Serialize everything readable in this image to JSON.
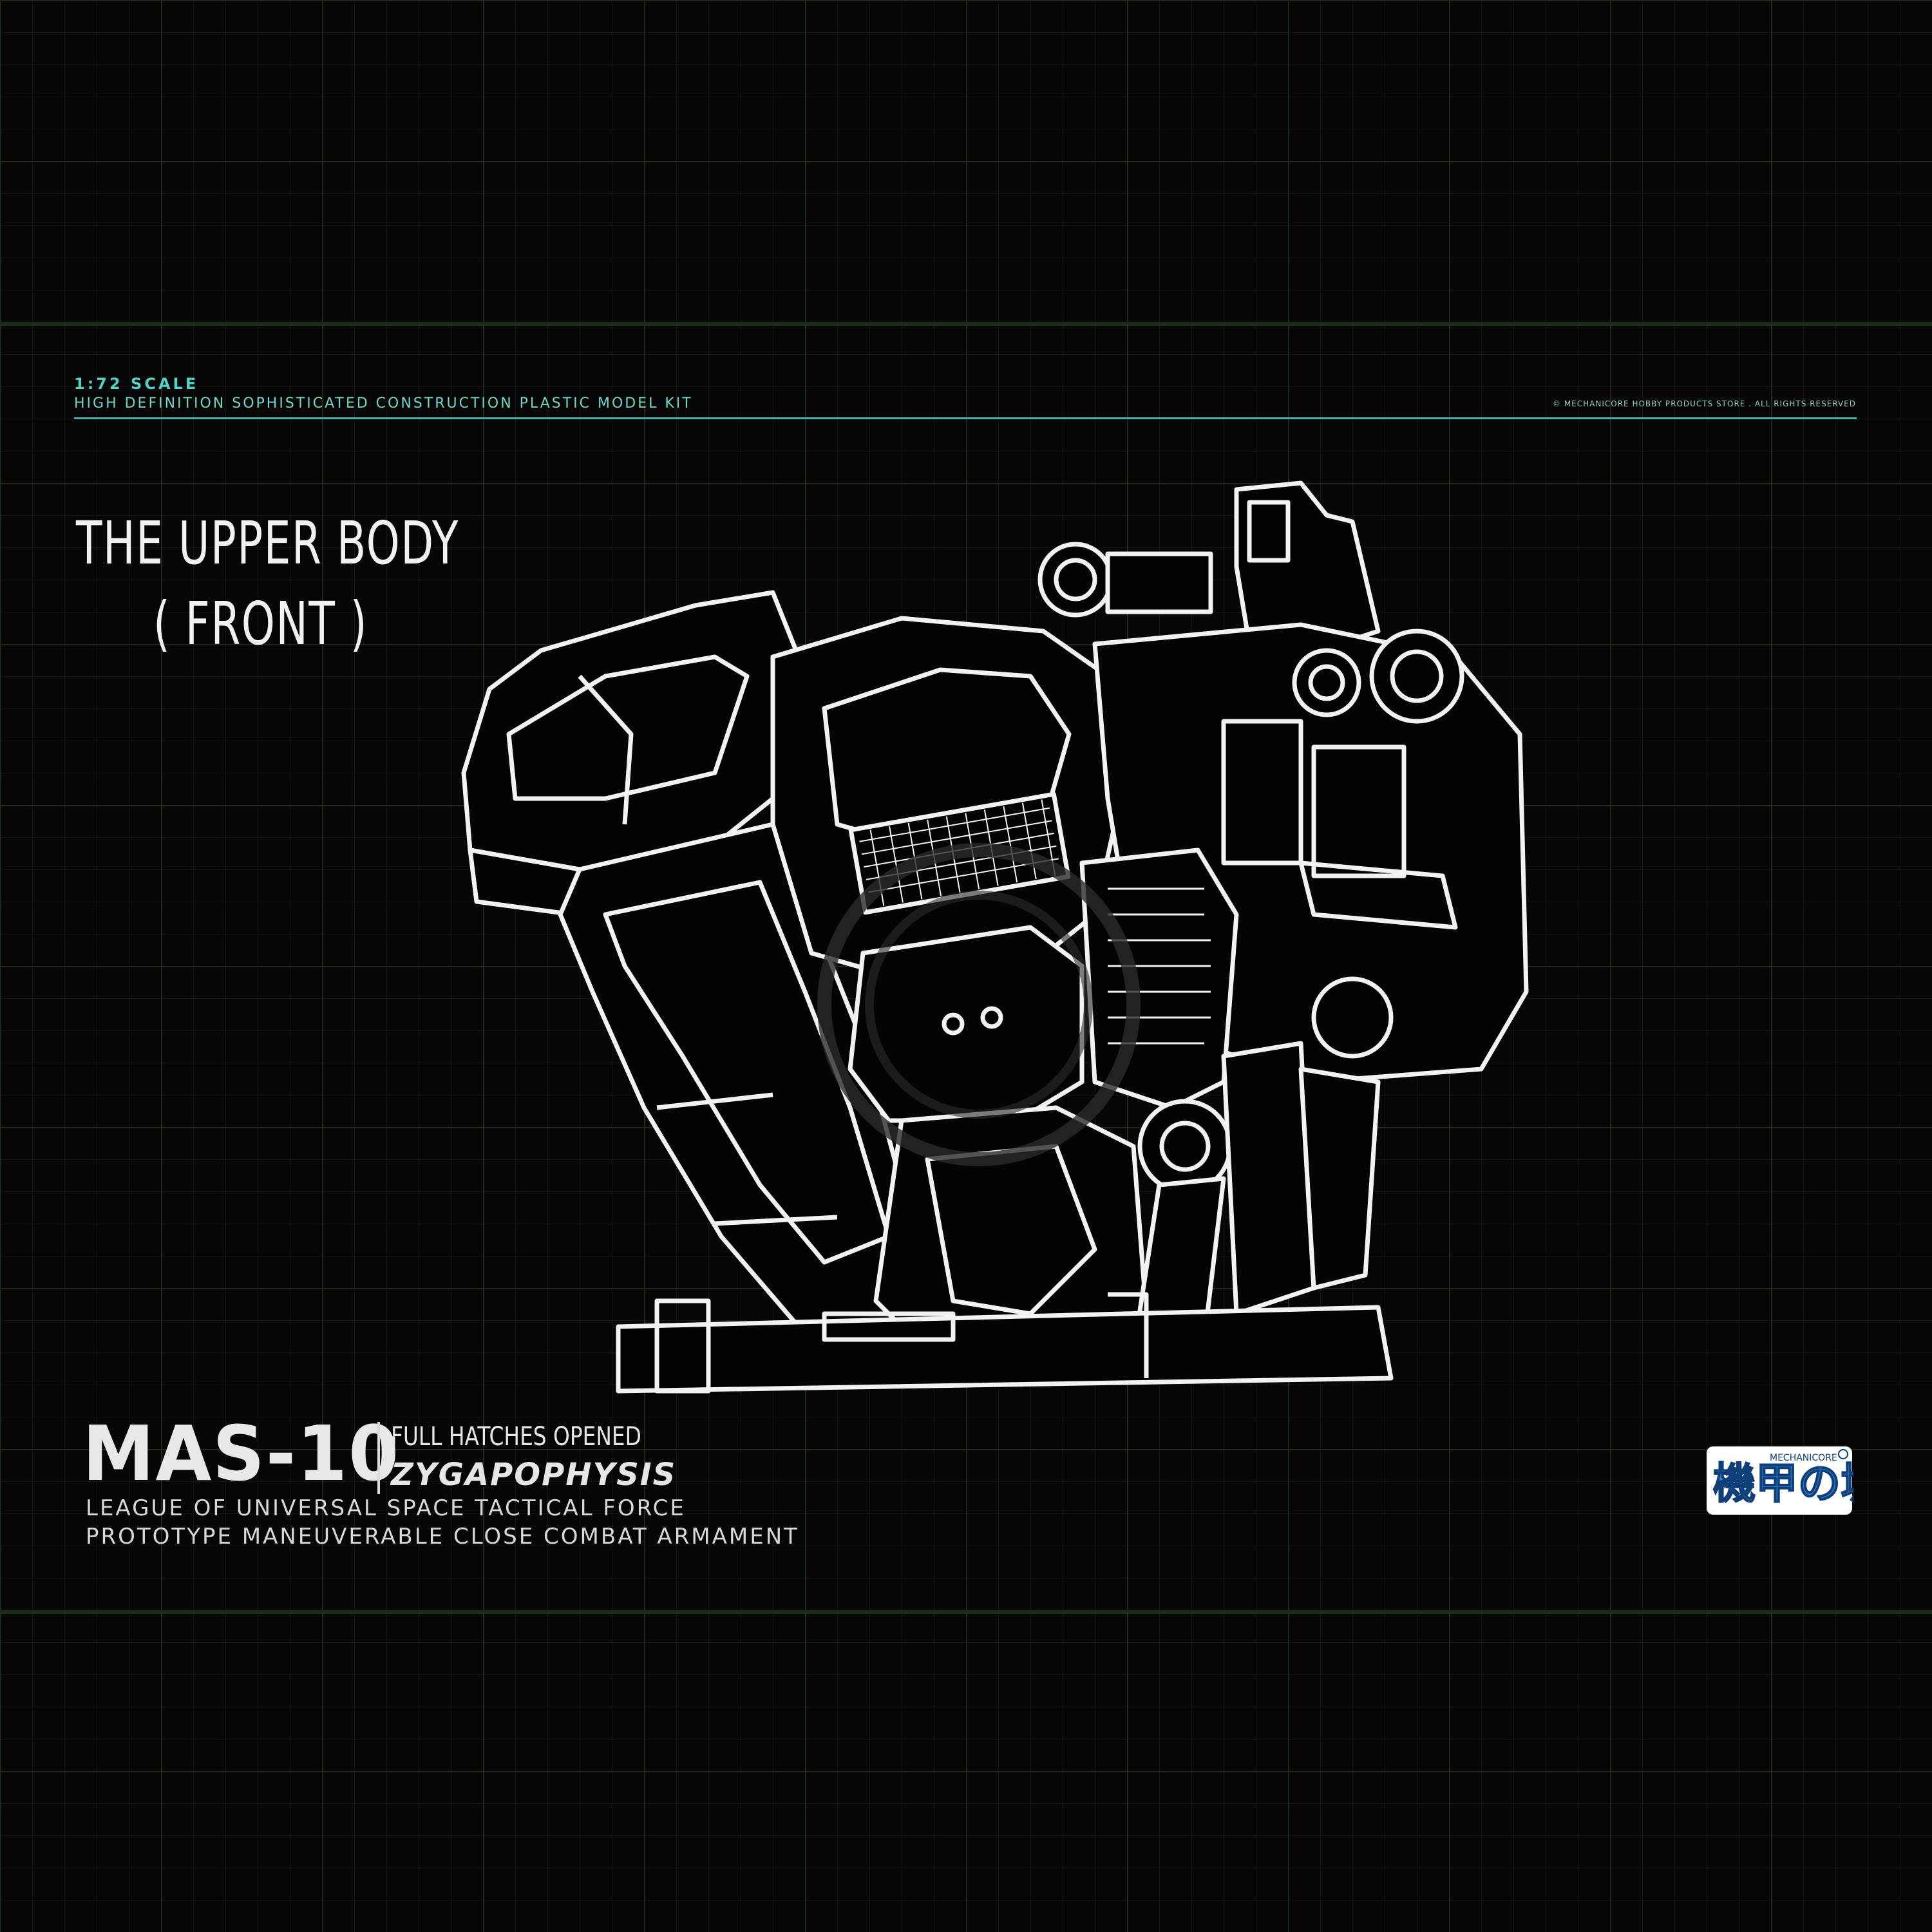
{
  "header": {
    "scale": "1:72 SCALE",
    "kit_line": "HIGH DEFINITION SOPHISTICATED CONSTRUCTION PLASTIC MODEL KIT",
    "copyright": "© MECHANICORE HOBBY PRODUCTS STORE . ALL RIGHTS RESERVED"
  },
  "title": {
    "line1": "THE UPPER BODY",
    "line2": "( FRONT )"
  },
  "footer": {
    "model_code": "MAS-10",
    "subtitle": "FULL HATCHES OPENED",
    "name": "ZYGAPOPHYSIS",
    "line1": "LEAGUE OF UNIVERSAL SPACE TACTICAL FORCE",
    "line2": "PROTOTYPE MANEUVERABLE CLOSE COMBAT ARMAMENT"
  },
  "logo": {
    "text": "機甲の城",
    "sub": "MECHANICORE"
  },
  "colors": {
    "background": "#050605",
    "accent": "#4fd3c7",
    "line_art": "#f2f2f2",
    "logo_blue": "#2a7fd6"
  }
}
